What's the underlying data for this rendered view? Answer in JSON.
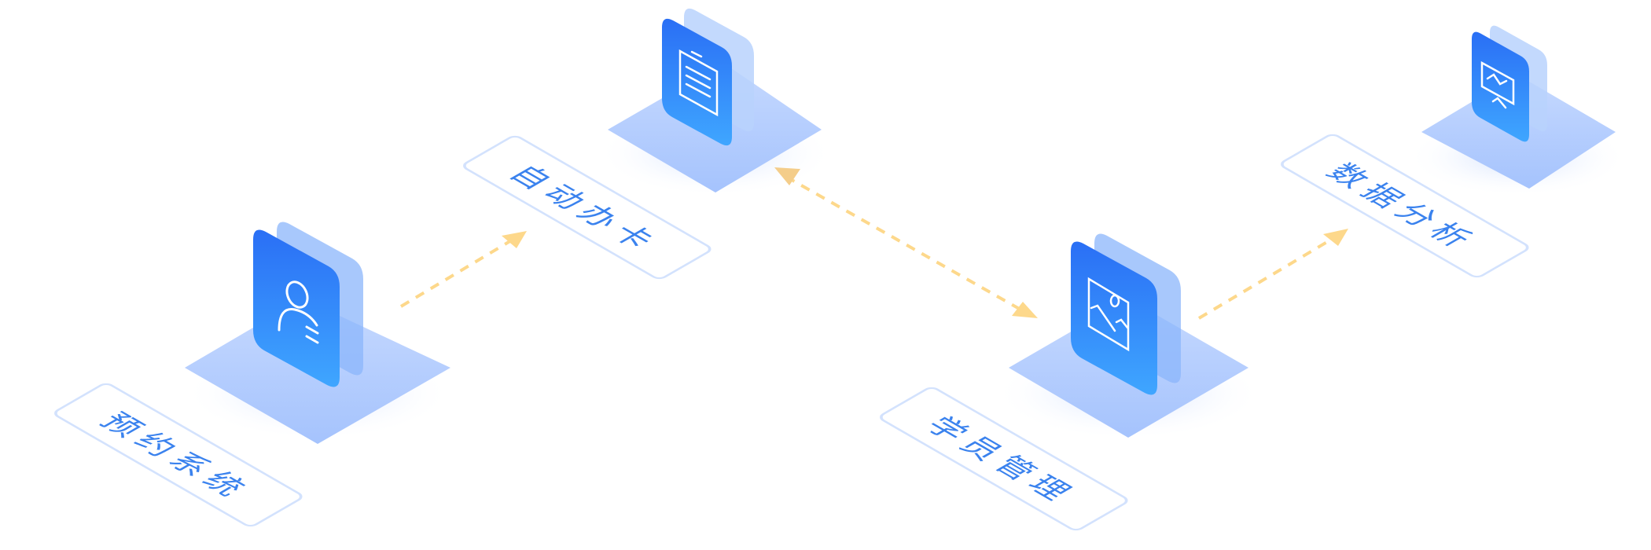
{
  "steps": [
    {
      "label": "预约系统",
      "icon": "user-profile-icon"
    },
    {
      "label": "自动办卡",
      "icon": "clipboard-icon"
    },
    {
      "label": "学员管理",
      "icon": "image-card-icon"
    },
    {
      "label": "数据分析",
      "icon": "presentation-chart-icon"
    }
  ],
  "colors": {
    "text": "#3a82ee",
    "card_top": "#2a6ff5",
    "card_bottom": "#3fa6ff",
    "platform": "#aac7fd",
    "arrow": "#fdd88b",
    "label_border": "#d3e2fd"
  }
}
